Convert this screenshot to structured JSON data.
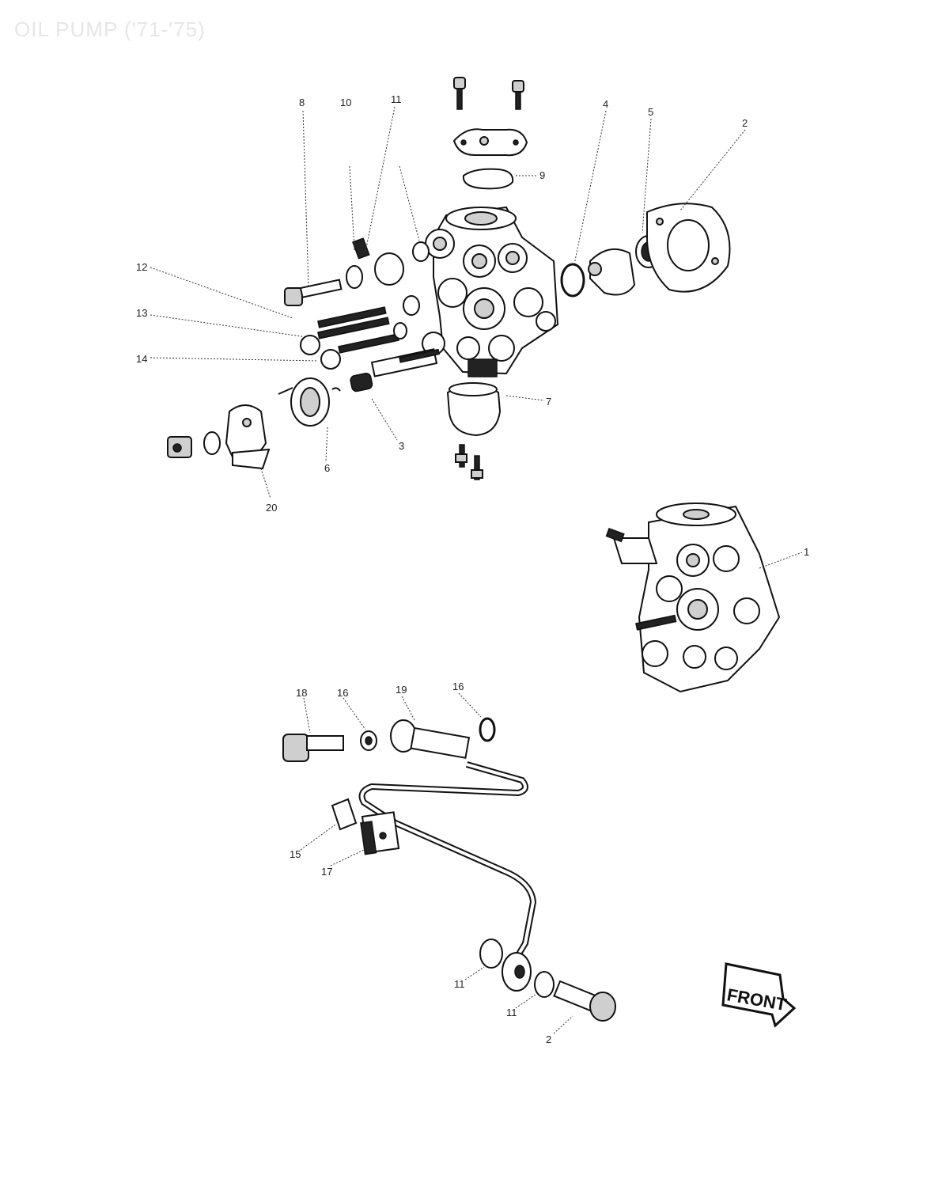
{
  "diagram": {
    "title": "OIL PUMP ('71-'75)",
    "front_label": "FRONT",
    "callouts": [
      {
        "id": "c8",
        "text": "8"
      },
      {
        "id": "c10",
        "text": "10"
      },
      {
        "id": "c11a",
        "text": "11"
      },
      {
        "id": "c4",
        "text": "4"
      },
      {
        "id": "c5",
        "text": "5"
      },
      {
        "id": "c2",
        "text": "2"
      },
      {
        "id": "c9",
        "text": "9"
      },
      {
        "id": "c12",
        "text": "12"
      },
      {
        "id": "c13",
        "text": "13"
      },
      {
        "id": "c14",
        "text": "14"
      },
      {
        "id": "c6",
        "text": "6"
      },
      {
        "id": "c3",
        "text": "3"
      },
      {
        "id": "c7",
        "text": "7"
      },
      {
        "id": "c20",
        "text": "20"
      },
      {
        "id": "c1",
        "text": "1"
      },
      {
        "id": "c18",
        "text": "18"
      },
      {
        "id": "c16a",
        "text": "16"
      },
      {
        "id": "c19",
        "text": "19"
      },
      {
        "id": "c16b",
        "text": "16"
      },
      {
        "id": "c15",
        "text": "15"
      },
      {
        "id": "c17",
        "text": "17"
      },
      {
        "id": "c11b",
        "text": "11"
      },
      {
        "id": "c11c",
        "text": "11"
      },
      {
        "id": "c2b",
        "text": "2"
      }
    ]
  }
}
